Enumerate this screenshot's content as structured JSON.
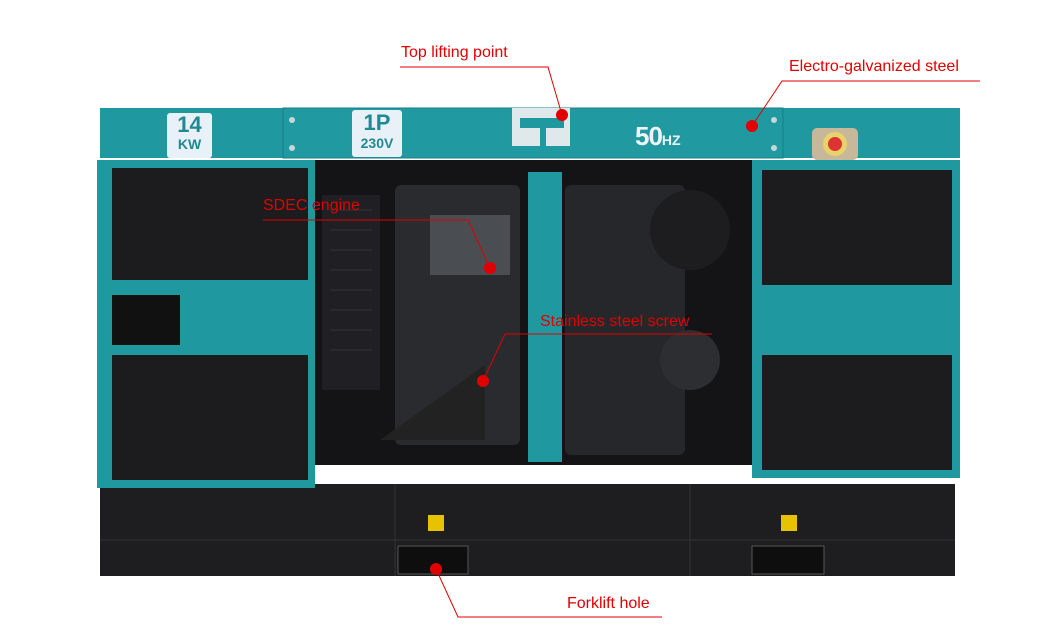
{
  "product": {
    "power_badge": {
      "value": "14",
      "unit": "KW"
    },
    "phase_badge": {
      "phase": "1P",
      "voltage": "230V"
    },
    "frequency": {
      "value": "50",
      "unit": "HZ"
    }
  },
  "callouts": [
    {
      "label": "Top lifting point"
    },
    {
      "label": "Electro-galvanized steel"
    },
    {
      "label": "SDEC engine"
    },
    {
      "label": "Stainless steel screw"
    },
    {
      "label": "Forklift hole"
    }
  ],
  "colors": {
    "body_teal": "#1f98a0",
    "callout_red": "#e00000",
    "panel_dark": "#1c1c1e",
    "badge_bg": "#e8f1f7"
  }
}
